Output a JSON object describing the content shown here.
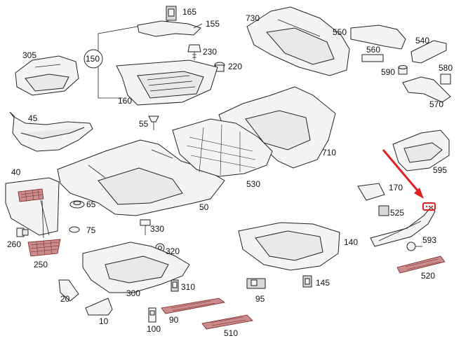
{
  "parts": {
    "p165": "165",
    "p155": "155",
    "p150": "150",
    "p230": "230",
    "p220": "220",
    "p160": "160",
    "p305": "305",
    "p45": "45",
    "p40": "40",
    "p260": "260",
    "p250": "250",
    "p65": "65",
    "p75": "75",
    "p55": "55",
    "p50": "50",
    "p330": "330",
    "p320": "320",
    "p310": "310",
    "p300": "300",
    "p20": "20",
    "p10": "10",
    "p100": "100",
    "p90": "90",
    "p510": "510",
    "p95": "95",
    "p145": "145",
    "p730": "730",
    "p710": "710",
    "p530": "530",
    "p140": "140",
    "p550": "550",
    "p540": "540",
    "p560": "560",
    "p590": "590",
    "p580": "580",
    "p570": "570",
    "p595": "595",
    "p170": "170",
    "p525": "525",
    "p593": "593",
    "p520": "520"
  },
  "highlight": {
    "color": "#e02020",
    "arrow_color": "#e02020"
  }
}
